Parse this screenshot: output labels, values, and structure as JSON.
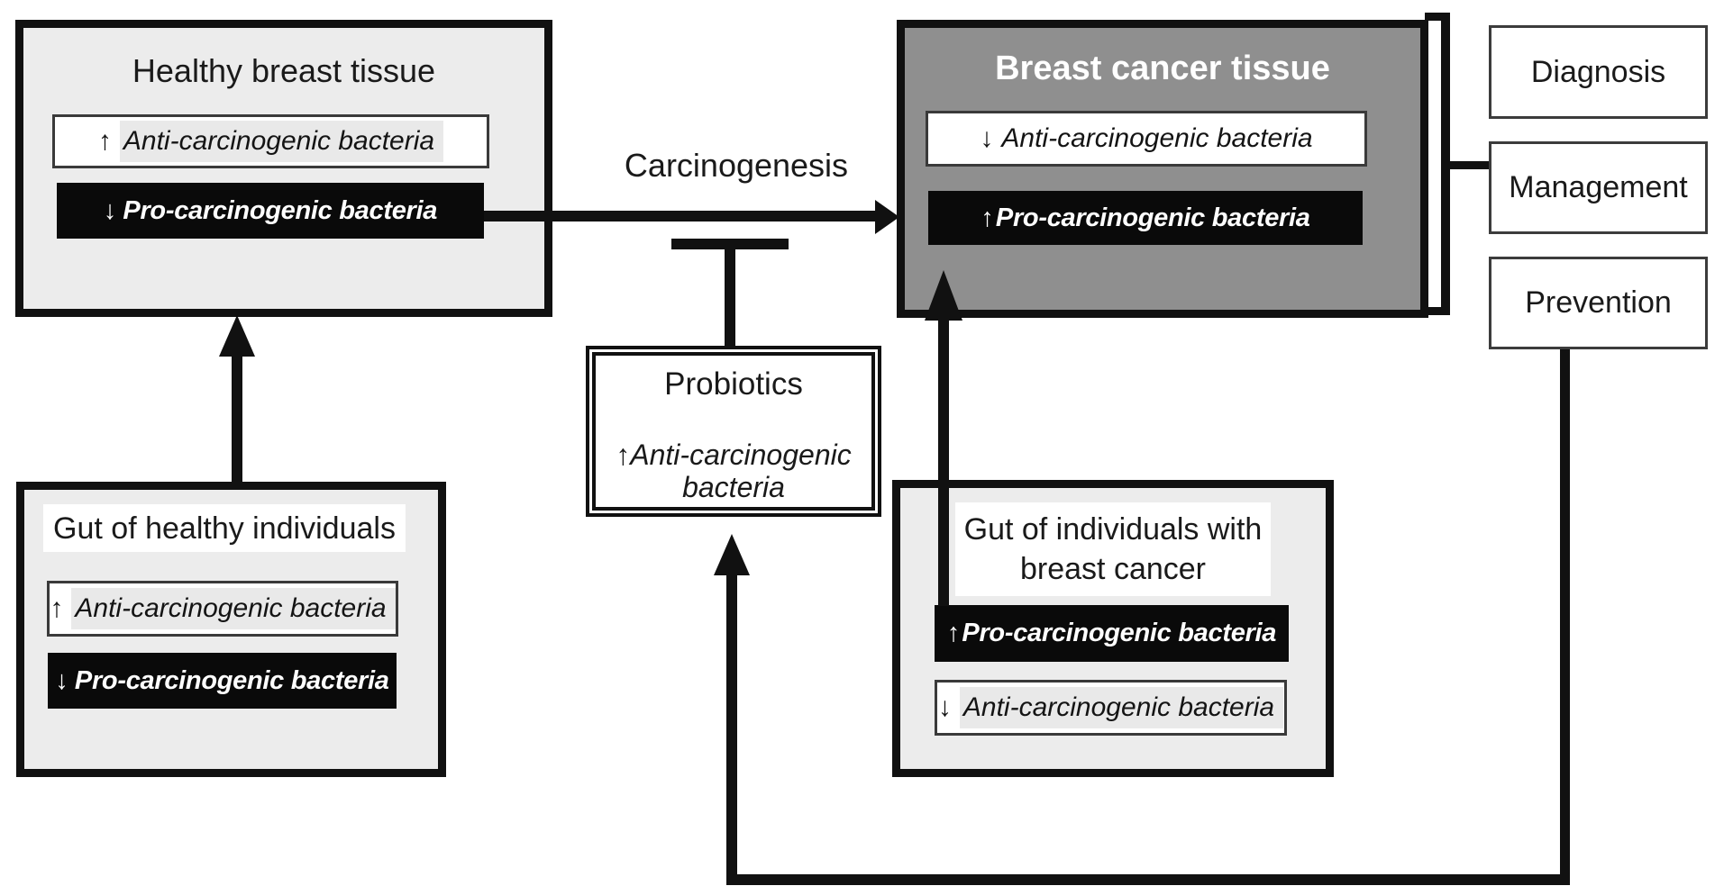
{
  "diagram": {
    "healthy_tissue": {
      "title": "Healthy breast tissue",
      "labels": [
        {
          "arrow": "↑",
          "text": "Anti-carcinogenic bacteria",
          "tone": "light"
        },
        {
          "arrow": "↓",
          "text": "Pro-carcinogenic bacteria",
          "tone": "dark"
        }
      ]
    },
    "cancer_tissue": {
      "title": "Breast cancer tissue",
      "labels": [
        {
          "arrow": "↓",
          "text": "Anti-carcinogenic bacteria",
          "tone": "light"
        },
        {
          "arrow": "↑",
          "text": "Pro-carcinogenic bacteria",
          "tone": "dark"
        }
      ]
    },
    "gut_healthy": {
      "title": "Gut of healthy individuals",
      "labels": [
        {
          "arrow": "↑",
          "text": "Anti-carcinogenic bacteria",
          "tone": "light"
        },
        {
          "arrow": "↓",
          "text": "Pro-carcinogenic bacteria",
          "tone": "dark"
        }
      ]
    },
    "gut_cancer": {
      "title": "Gut of individuals with breast cancer",
      "labels": [
        {
          "arrow": "↑",
          "text": "Pro-carcinogenic bacteria",
          "tone": "dark"
        },
        {
          "arrow": "↓",
          "text": "Anti-carcinogenic bacteria",
          "tone": "light"
        }
      ]
    },
    "probiotics": {
      "title": "Probiotics",
      "arrow": "↑",
      "effect": "Anti-carcinogenic bacteria"
    },
    "process_label": "Carcinogenesis",
    "outcomes": [
      {
        "label": "Diagnosis"
      },
      {
        "label": "Management"
      },
      {
        "label": "Prevention"
      }
    ],
    "colors": {
      "healthy_fill": "#ececec",
      "cancer_fill": "#8f8f8f",
      "label_dark_bg": "#0a0a0a",
      "line": "#111111"
    }
  }
}
